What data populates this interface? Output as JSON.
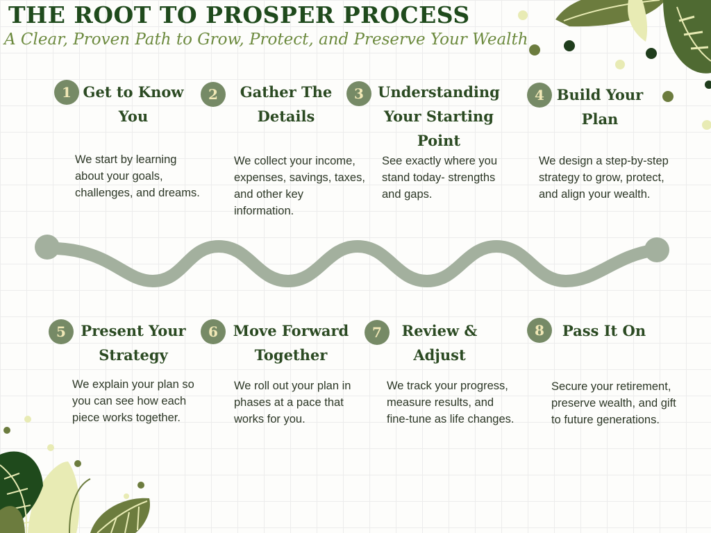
{
  "header": {
    "title": "THE ROOT TO PROSPER PROCESS",
    "subtitle": "A Clear, Proven Path to Grow, Protect, and Preserve Your Wealth"
  },
  "steps": [
    {
      "number": "1",
      "title": "Get to Know You",
      "description": "We start by learning about your goals, challenges, and dreams."
    },
    {
      "number": "2",
      "title": "Gather The Details",
      "description": "We collect your income, expenses, savings, taxes, and other key information."
    },
    {
      "number": "3",
      "title": "Understanding Your Starting Point",
      "description": "See exactly where you stand today- strengths and gaps."
    },
    {
      "number": "4",
      "title": "Build Your Plan",
      "description": "We design a step-by-step strategy to grow, protect, and align your wealth."
    },
    {
      "number": "5",
      "title": "Present Your Strategy",
      "description": "We explain your plan so you can see how each piece works together."
    },
    {
      "number": "6",
      "title": "Move Forward Together",
      "description": "We roll out your plan in phases at a pace that works for you."
    },
    {
      "number": "7",
      "title": "Review & Adjust",
      "description": "We track your progress, measure results, and fine-tune as life changes."
    },
    {
      "number": "8",
      "title": "Pass It On",
      "description": "Secure your retirement, preserve wealth, and gift to future generations."
    }
  ],
  "colors": {
    "title": "#1f4a1c",
    "subtitle": "#6c8a3e",
    "badge": "#768a66",
    "badge_text": "#f1e8b6",
    "path": "#a3b09e",
    "leaf_dark": "#1f4a1c",
    "leaf_mid": "#6c7c3e",
    "leaf_light": "#e8ebb4"
  },
  "icons": [
    "monstera-leaf-icon",
    "fern-leaf-icon",
    "dot-icon",
    "winding-path-icon"
  ]
}
